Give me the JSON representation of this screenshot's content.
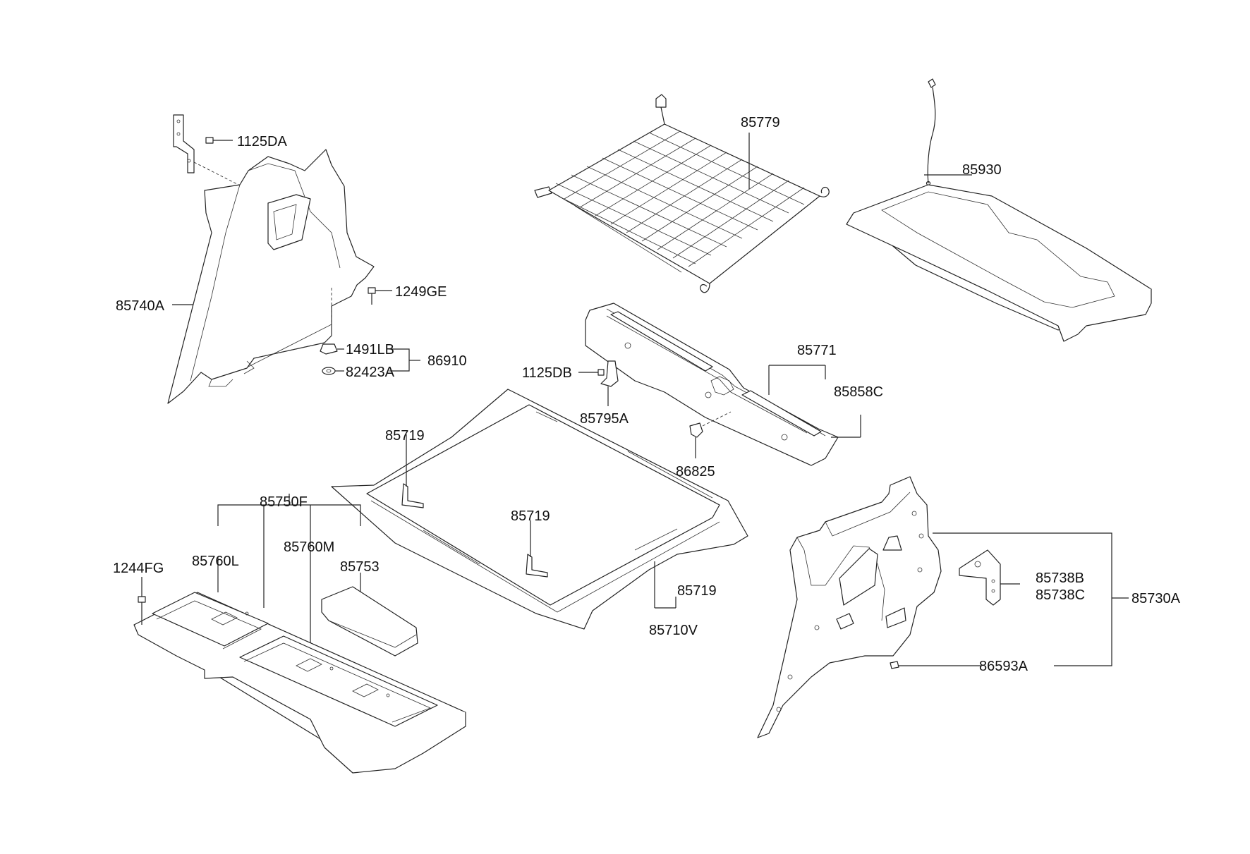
{
  "labels": {
    "l_1125DA": "1125DA",
    "l_1249GE": "1249GE",
    "l_85740A": "85740A",
    "l_1491LB": "1491LB",
    "l_82423A": "82423A",
    "l_86910": "86910",
    "l_85779": "85779",
    "l_85930": "85930",
    "l_85771": "85771",
    "l_1125DB": "1125DB",
    "l_85858C": "85858C",
    "l_85795A": "85795A",
    "l_85719a": "85719",
    "l_85719b": "85719",
    "l_85719c": "85719",
    "l_86825": "86825",
    "l_85710V": "85710V",
    "l_85750F": "85750F",
    "l_85760L": "85760L",
    "l_85760M": "85760M",
    "l_85753": "85753",
    "l_1244FG": "1244FG",
    "l_85738B": "85738B",
    "l_85738C": "85738C",
    "l_85730A": "85730A",
    "l_86593A": "86593A"
  }
}
